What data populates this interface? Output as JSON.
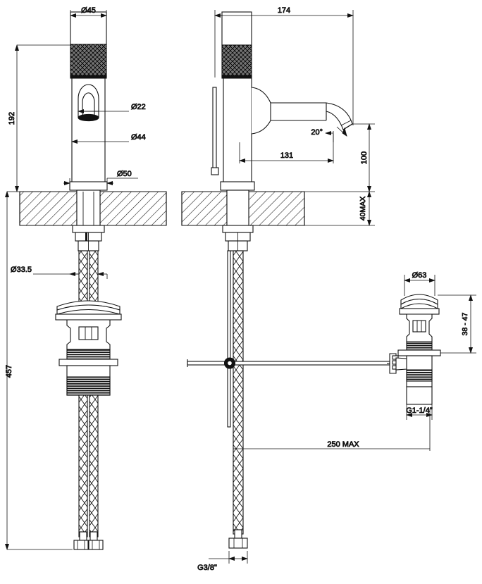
{
  "drawing": {
    "title": "Basin mixer technical drawing",
    "type": "orthographic-technical-drawing",
    "units": "mm",
    "line_color": "#111111",
    "hatch_color": "#111111",
    "background": "#ffffff",
    "views": [
      {
        "name": "front-view",
        "label": ""
      },
      {
        "name": "side-view",
        "label": ""
      },
      {
        "name": "pop-up-waste-detail",
        "label": ""
      }
    ]
  },
  "dimensions": {
    "front_view": {
      "handle_diameter": "Ø45",
      "lever_diameter": "Ø22",
      "body_diameter": "Ø44",
      "base_diameter": "Ø50",
      "spout_height": "192",
      "total_height": "457",
      "threaded_shank_diameter": "Ø33.5"
    },
    "side_view": {
      "total_reach": "174",
      "spout_reach": "131",
      "outlet_angle": "20°",
      "spout_height_above_deck": "100",
      "deck_thickness": "40MAX",
      "hose_reach": "250 MAX",
      "hose_thread": "G3/8\""
    },
    "waste_detail": {
      "cap_diameter": "Ø63",
      "height_range": "38 - 47",
      "waste_thread": "G1-1/4\""
    }
  },
  "labels": [
    {
      "id": "dia45",
      "text": "Ø45"
    },
    {
      "id": "dia22",
      "text": "Ø22"
    },
    {
      "id": "dia44",
      "text": "Ø44"
    },
    {
      "id": "dia50",
      "text": "Ø50"
    },
    {
      "id": "h192",
      "text": "192"
    },
    {
      "id": "h457",
      "text": "457"
    },
    {
      "id": "dia335",
      "text": "Ø33.5"
    },
    {
      "id": "r174",
      "text": "174"
    },
    {
      "id": "r131",
      "text": "131"
    },
    {
      "id": "ang20",
      "text": "20°"
    },
    {
      "id": "h100",
      "text": "100"
    },
    {
      "id": "deck40",
      "text": "40MAX"
    },
    {
      "id": "hose250",
      "text": "250 MAX"
    },
    {
      "id": "thread38",
      "text": "G3/8\""
    },
    {
      "id": "dia63",
      "text": "Ø63"
    },
    {
      "id": "range3847",
      "text": "38 - 47"
    },
    {
      "id": "thread114",
      "text": "G1-1/4\""
    }
  ]
}
